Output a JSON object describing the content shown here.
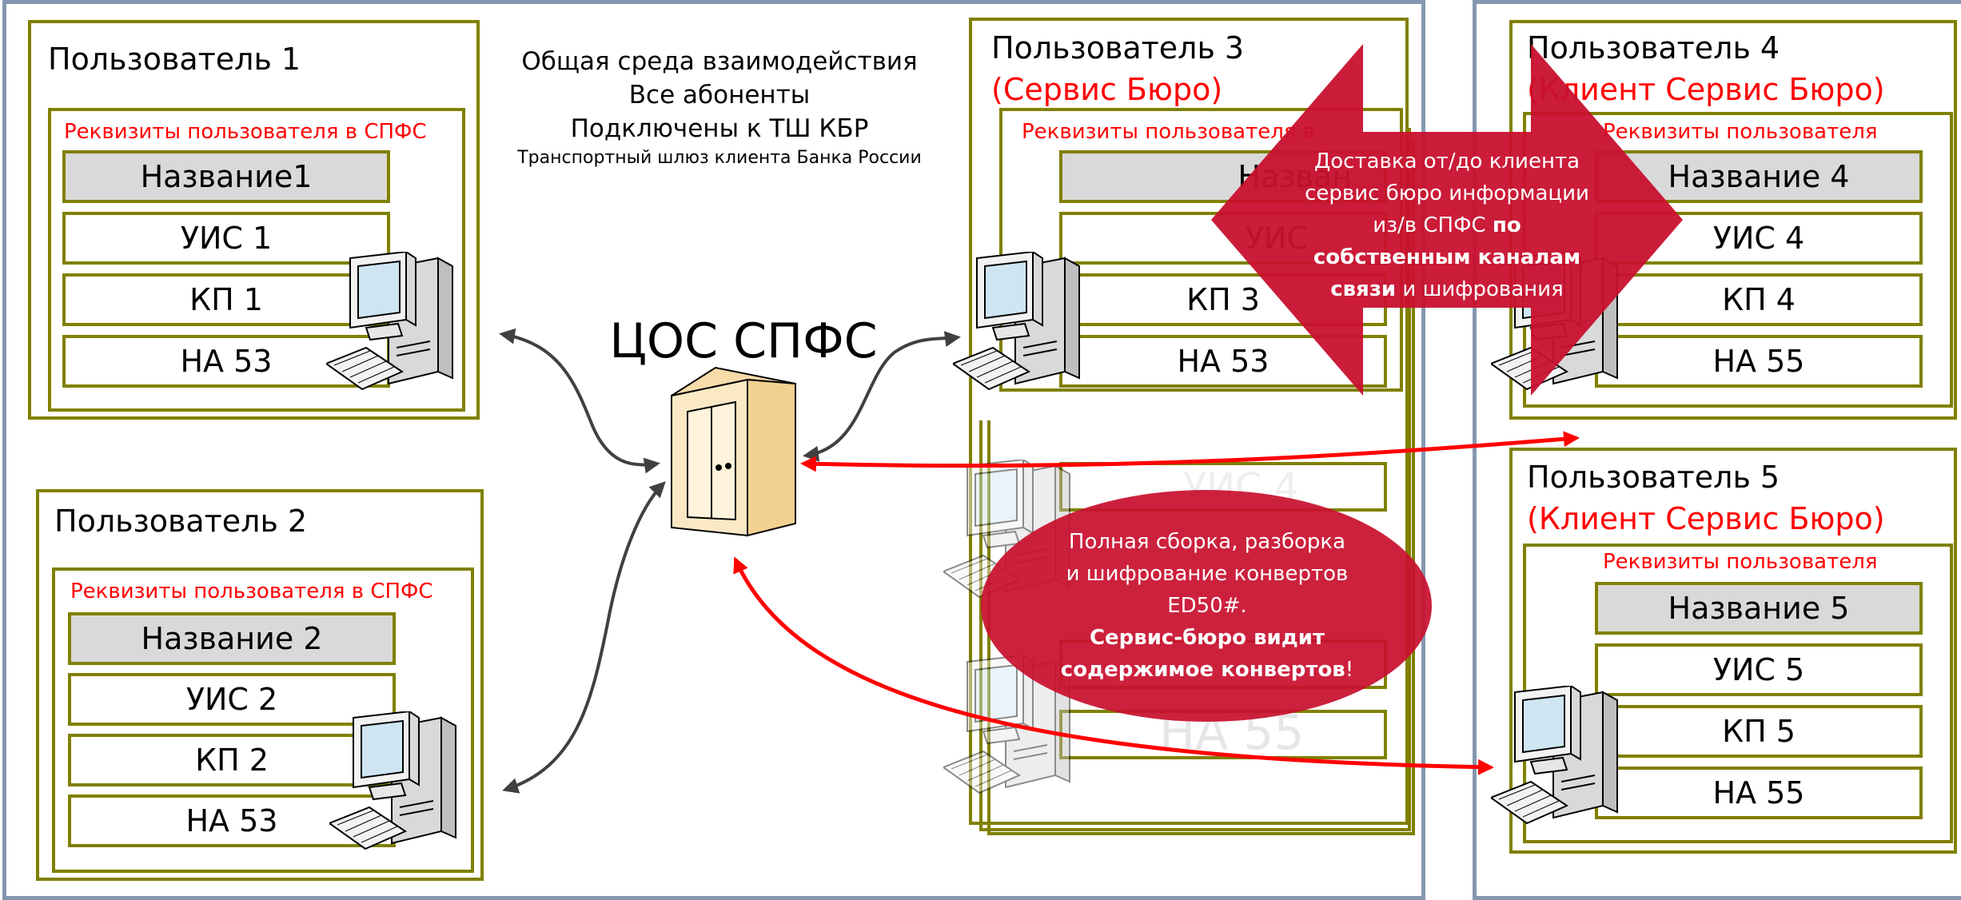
{
  "environment": {
    "line1": "Общая среда взаимодействия",
    "line2": "Все абоненты",
    "line3": "Подключены к ТШ КБР",
    "line4": "Транспортный шлюз клиента Банка России"
  },
  "server": {
    "label": "ЦОС СПФС"
  },
  "users": [
    {
      "title": "Пользователь 1",
      "requisites": "Реквизиты пользователя в СПФС",
      "rows": [
        "Название1",
        "УИС 1",
        "КП 1",
        "НА 53"
      ]
    },
    {
      "title": "Пользователь 2",
      "requisites": "Реквизиты пользователя в СПФС",
      "rows": [
        "Название 2",
        "УИС 2",
        "КП 2",
        "НА 53"
      ]
    },
    {
      "title": "Пользователь 3",
      "subtitle": "(Сервис Бюро)",
      "requisites": "Реквизиты пользователя в",
      "rows": [
        "Назван",
        "УИС",
        "КП 3",
        "НА 53"
      ]
    },
    {
      "title": "Пользователь 4",
      "subtitle": "(Клиент Сервис Бюро)",
      "requisites": "Реквизиты пользователя",
      "rows": [
        "Название 4",
        "УИС 4",
        "КП 4",
        "НА 55"
      ]
    },
    {
      "title": "Пользователь 5",
      "subtitle": "(Клиент Сервис Бюро)",
      "requisites": "Реквизиты пользователя",
      "rows": [
        "Название 5",
        "УИС 5",
        "КП 5",
        "НА 55"
      ]
    }
  ],
  "ghost_text": {
    "top": "УИС 4",
    "bottom": "НА 55"
  },
  "callout_delivery": {
    "line1": "Доставка от/до клиента",
    "line2": "сервис бюро информации",
    "line3_plain": "из/в СПФС ",
    "line3_bold": "по",
    "line4_bold": "собственным каналам",
    "line5_bold": "связи",
    "line5_plain": " и шифрования"
  },
  "callout_assembly": {
    "line1": "Полная сборка, разборка",
    "line2": "и шифрование конвертов",
    "line3": "ED50#.",
    "line4_bold": "Сервис-бюро видит",
    "line5_bold": "содержимое конвертов",
    "line5_tail": "!"
  },
  "colors": {
    "frame": "#8497b0",
    "olive": "#808000",
    "requisites_text": "#ff0000",
    "callout_fill": "#c8102e",
    "arrow_red": "#ff0000",
    "connector": "#404040",
    "name_fill": "#d9d9d9"
  },
  "icons": [
    "computer-icon",
    "server-icon",
    "double-arrow-icon"
  ]
}
